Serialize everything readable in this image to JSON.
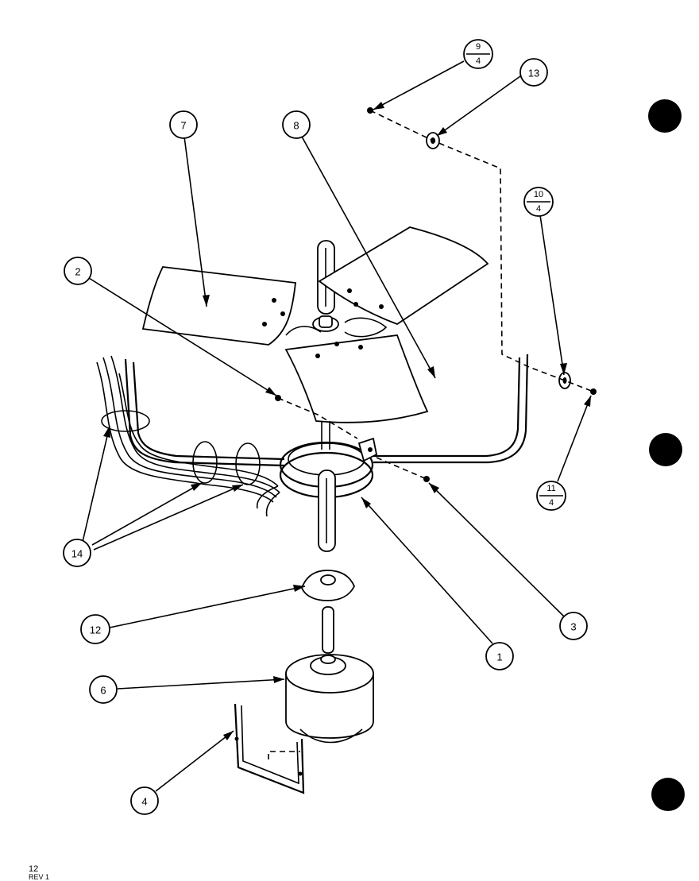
{
  "callouts": {
    "c1": "1",
    "c2": "2",
    "c3": "3",
    "c4": "4",
    "c6": "6",
    "c7": "7",
    "c8": "8",
    "c12": "12",
    "c13": "13",
    "c14": "14"
  },
  "fractions": {
    "f9": {
      "num": "9",
      "den": "4"
    },
    "f10": {
      "num": "10",
      "den": "4"
    },
    "f11": {
      "num": "11",
      "den": "4"
    }
  },
  "footer": {
    "page": "12",
    "rev": "REV 1"
  }
}
